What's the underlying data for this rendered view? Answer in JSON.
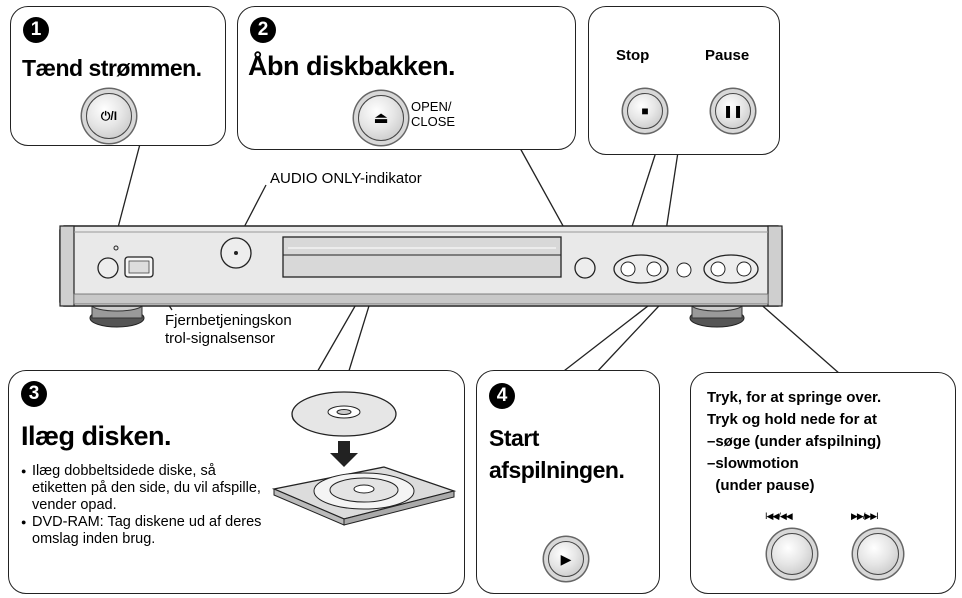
{
  "step1": {
    "number": "1",
    "title": "Tænd strømmen.",
    "button_label": "⏻/I"
  },
  "step2": {
    "number": "2",
    "title": "Åbn diskbakken.",
    "button_label_line1": "OPEN/",
    "button_label_line2": "CLOSE"
  },
  "stop_pause": {
    "stop_label": "Stop",
    "pause_label": "Pause"
  },
  "player": {
    "audio_only_label": "AUDIO ONLY-indikator",
    "sensor_label_line1": "Fjernbetjeningskon",
    "sensor_label_line2": "trol-signalsensor"
  },
  "step3": {
    "number": "3",
    "title": "Ilæg disken.",
    "bullets": [
      "Ilæg dobbeltsidede diske, så etiketten på den side, du vil afspille, vender opad.",
      "DVD-RAM: Tag diskene ud af deres omslag inden brug."
    ]
  },
  "step4": {
    "number": "4",
    "title_line1": "Start",
    "title_line2": "afspilningen."
  },
  "skip_search": {
    "lines": [
      "Tryk, for at springe over.",
      "Tryk og hold nede for at",
      "–søge (under afspilning)",
      "–slowmotion",
      "  (under pause)"
    ],
    "back_label": "I◀◀/◀◀",
    "forward_label": "▶▶/▶▶I"
  }
}
